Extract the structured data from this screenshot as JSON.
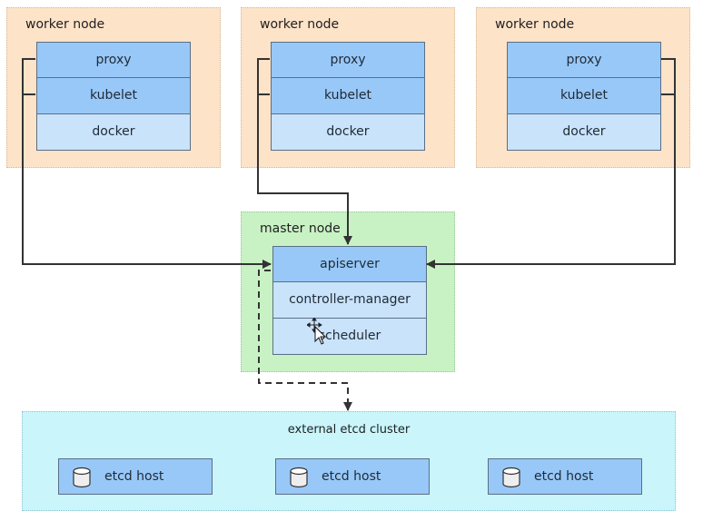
{
  "workers": [
    {
      "title": "worker node",
      "components": [
        "proxy",
        "kubelet",
        "docker"
      ]
    },
    {
      "title": "worker node",
      "components": [
        "proxy",
        "kubelet",
        "docker"
      ]
    },
    {
      "title": "worker node",
      "components": [
        "proxy",
        "kubelet",
        "docker"
      ]
    }
  ],
  "master": {
    "title": "master node",
    "components": [
      "apiserver",
      "controller-manager",
      "scheduler"
    ]
  },
  "etcd_cluster": {
    "title": "external etcd cluster",
    "hosts": [
      "etcd host",
      "etcd host",
      "etcd host"
    ]
  },
  "colors": {
    "worker_bg": "#fde3c8",
    "master_bg": "#c8f2c4",
    "cluster_bg": "#c9f5fb",
    "component_dark": "#98c8f8",
    "component_light": "#c9e3fb"
  },
  "icons": [
    "database-icon",
    "move-cursor-icon"
  ]
}
